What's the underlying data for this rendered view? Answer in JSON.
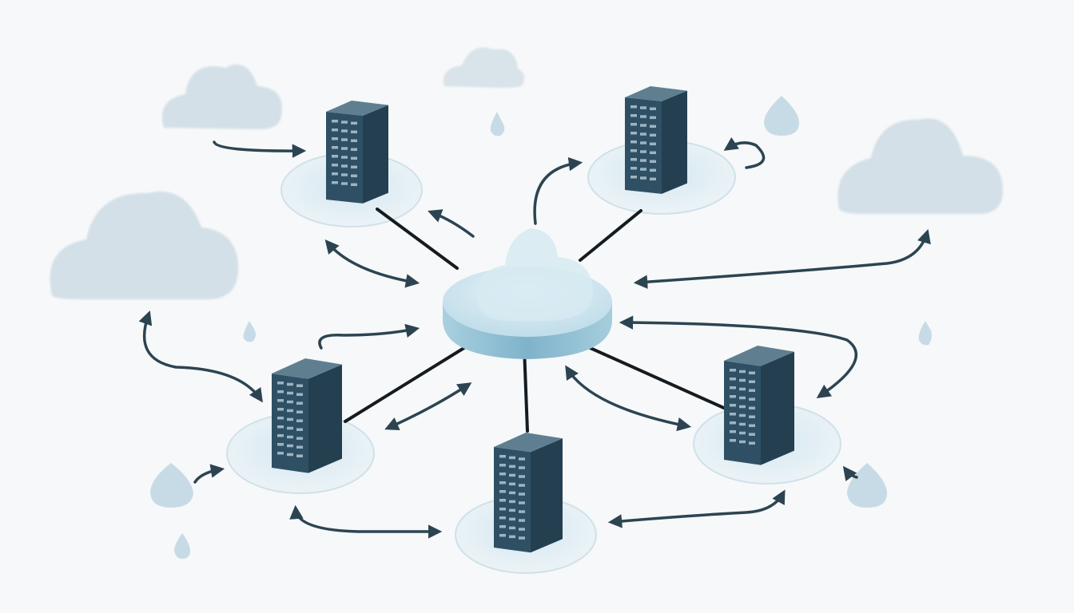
{
  "diagram": {
    "colors": {
      "background": "#f7f8f9",
      "cloud": "#d3e0e8",
      "cloud_light": "#e4edf2",
      "hub_top": "#d2e6ef",
      "hub_side": "#8dbcd2",
      "platform": "#e6f0f5",
      "server_front": "#2f5064",
      "server_side": "#243f50",
      "server_top": "#5f7f91",
      "server_led": "#b9cdd8",
      "line": "#141c22",
      "arrow": "#2c4452",
      "droplet": "#c7dbe6"
    },
    "icons": [
      "cloud-icon",
      "server-icon",
      "droplet-icon",
      "arrow-icon"
    ],
    "hub": {
      "kind": "central-cloud-hub"
    },
    "servers": [
      {
        "id": "top-left"
      },
      {
        "id": "top-right"
      },
      {
        "id": "middle-left"
      },
      {
        "id": "bottom-center"
      },
      {
        "id": "middle-right"
      }
    ]
  }
}
